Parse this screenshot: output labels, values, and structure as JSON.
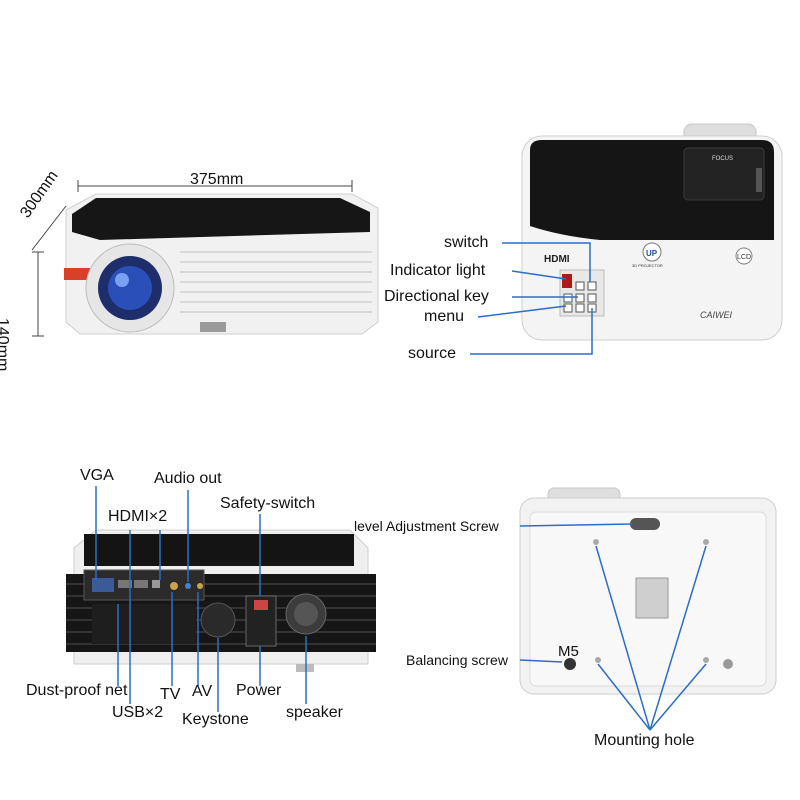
{
  "dimensions": {
    "width": "375mm",
    "depth": "300mm",
    "height": "140mm"
  },
  "top_view": {
    "switch": "switch",
    "indicator_light": "Indicator light",
    "directional_key": "Directional key",
    "menu": "menu",
    "source": "source",
    "panel_text": {
      "focus": "FOCUS",
      "hdmi": "HDMI",
      "up": "UP",
      "projector": "3D PROJECTOR",
      "lcd": "LCD",
      "brand": "CAIWEI"
    }
  },
  "rear_view": {
    "vga": "VGA",
    "audio_out": "Audio out",
    "hdmi": "HDMI×2",
    "safety_switch": "Safety-switch",
    "dust_proof_net": "Dust-proof net",
    "usb": "USB×2",
    "tv": "TV",
    "av": "AV",
    "power": "Power",
    "keystone": "Keystone",
    "speaker": "speaker"
  },
  "bottom_view": {
    "level_adjustment_screw": "level Adjustment Screw",
    "balancing_screw": "Balancing screw",
    "m5": "M5",
    "mounting_hole": "Mounting hole"
  },
  "colors": {
    "accent_line": "#2a6ec8",
    "body_white": "#f3f3f3",
    "body_black": "#151515",
    "lens_blue": "#2b4fb8"
  }
}
